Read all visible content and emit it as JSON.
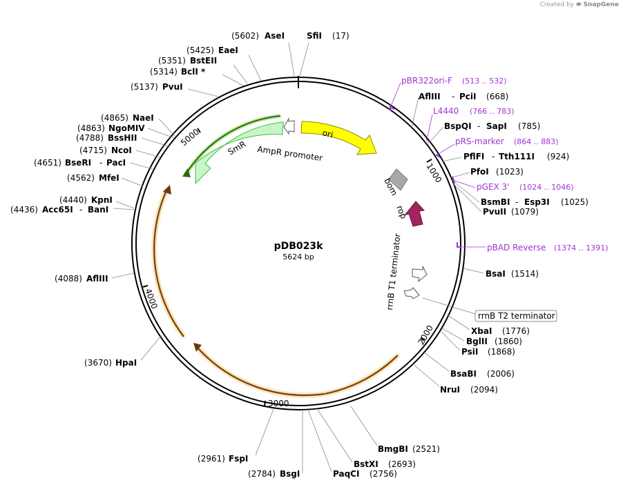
{
  "credit": {
    "prefix": "Created by",
    "brand": "SnapGene"
  },
  "plasmid": {
    "name": "pDB023k",
    "length_label": "5624 bp",
    "length": 5624
  },
  "ticks": [
    "1000",
    "2000",
    "3000",
    "4000",
    "5000"
  ],
  "sites": [
    {
      "enz": "AseI",
      "pos": "5602"
    },
    {
      "enz": "SfiI",
      "pos": "17"
    },
    {
      "enz": "EaeI",
      "pos": "5425"
    },
    {
      "enz": "BstEII",
      "pos": "5351"
    },
    {
      "enz": "BclI *",
      "pos": "5314"
    },
    {
      "enz": "PvuI",
      "pos": "5137"
    },
    {
      "enz": "AflIII",
      "alt": "PciI",
      "pos": "668"
    },
    {
      "enz": "BspQI",
      "alt": "SapI",
      "pos": "785"
    },
    {
      "enz": "PflFI",
      "alt": "Tth111I",
      "pos": "924"
    },
    {
      "enz": "PfoI",
      "pos": "1023"
    },
    {
      "enz": "BsmBI",
      "alt": "Esp3I",
      "pos": "1025"
    },
    {
      "enz": "PvuII",
      "pos": "1079"
    },
    {
      "enz": "BsaI",
      "pos": "1514"
    },
    {
      "enz": "XbaI",
      "pos": "1776"
    },
    {
      "enz": "BglII",
      "pos": "1860"
    },
    {
      "enz": "PsiI",
      "pos": "1868"
    },
    {
      "enz": "BsaBI",
      "pos": "2006"
    },
    {
      "enz": "NruI",
      "pos": "2094"
    },
    {
      "enz": "BmgBI",
      "pos": "2521"
    },
    {
      "enz": "BstXI",
      "pos": "2693"
    },
    {
      "enz": "PaqCI",
      "pos": "2756"
    },
    {
      "enz": "BsgI",
      "pos": "2784"
    },
    {
      "enz": "FspI",
      "pos": "2961"
    },
    {
      "enz": "HpaI",
      "pos": "3670"
    },
    {
      "enz": "AflIII",
      "pos": "4088"
    },
    {
      "enz": "MfeI",
      "pos": "4562"
    },
    {
      "enz": "BseRI",
      "alt": "PacI",
      "pos": "4651"
    },
    {
      "enz": "NcoI",
      "pos": "4715"
    },
    {
      "enz": "BssHII",
      "pos": "4788"
    },
    {
      "enz": "NgoMIV",
      "pos": "4863"
    },
    {
      "enz": "NaeI",
      "pos": "4865"
    },
    {
      "enz": "KpnI",
      "pos": "4440"
    },
    {
      "enz": "Acc65I",
      "alt": "BanI",
      "pos": "4436"
    }
  ],
  "primers": [
    {
      "name": "pBR322ori-F",
      "range": "(513 .. 532)"
    },
    {
      "name": "L4440",
      "range": "(766 .. 783)"
    },
    {
      "name": "pRS-marker",
      "range": "(864 .. 883)"
    },
    {
      "name": "pGEX 3'",
      "range": "(1024 .. 1046)"
    },
    {
      "name": "pBAD Reverse",
      "range": "(1374 .. 1391)"
    }
  ],
  "features": {
    "ori": "ori",
    "bom": "bom",
    "rop": "rop",
    "rrnB_T1": "rrnB T1 terminator",
    "rrnB_T2": "rrnB T2 terminator",
    "smr": "SmR",
    "ampr_promoter": "AmpR promoter"
  },
  "colors": {
    "ori": "#ffff00",
    "bom": "#a8a8a8",
    "rop": "#a0245f",
    "smr_fill": "#c8f5c8",
    "smr_outline": "#44bb44",
    "orf_fill": "#f5c060",
    "primer": "#a032d2"
  }
}
